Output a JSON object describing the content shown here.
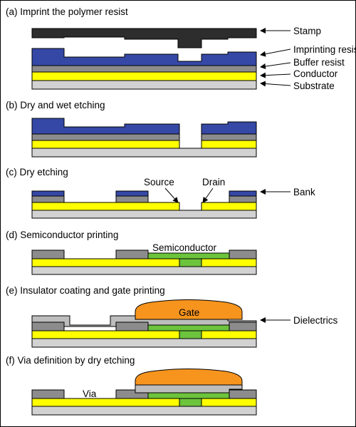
{
  "panels": [
    {
      "heading": "(a) Imprint the polymer resist"
    },
    {
      "heading": "(b) Dry and wet etching"
    },
    {
      "heading": "(c) Dry etching"
    },
    {
      "heading": "(d) Semiconductor printing"
    },
    {
      "heading": "(e) Insulator coating and gate printing"
    },
    {
      "heading": "(f) Via definition by dry etching"
    }
  ],
  "labels": {
    "stamp": "Stamp",
    "imprinting_resist": "Imprinting resist",
    "buffer_resist": "Buffer resist",
    "conductor": "Conductor",
    "substrate": "Substrate",
    "source": "Source",
    "drain": "Drain",
    "bank": "Bank",
    "semiconductor": "Semiconductor",
    "gate": "Gate",
    "dielectrics": "Dielectrics",
    "via": "Via"
  },
  "colors": {
    "stamp": "#2d2d2d",
    "imprinting_resist": "#3548a6",
    "buffer_resist": "#8c8c8c",
    "conductor": "#ffff00",
    "substrate": "#d2d2d2",
    "semiconductor": "#6cc33c",
    "gate": "#f7941d",
    "dielectrics": "#bdbdbd"
  }
}
